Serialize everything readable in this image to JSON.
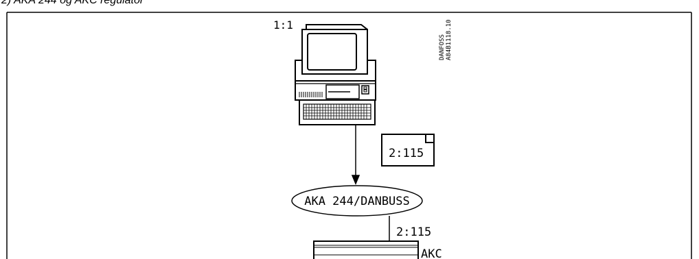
{
  "caption": "2) AKA 244 og AKC regulator",
  "diagram": {
    "pc_label": "1:1",
    "doc_code_line1": "DANFOSS",
    "doc_code_line2": "A84B1118.10",
    "gateway_card_label": "2:115",
    "bus_label": "AKA 244/DANBUSS",
    "controller_address_label": "2:115",
    "controller_label": "AKC",
    "icons": [
      "pc-computer-icon",
      "gateway-card-icon",
      "controller-icon"
    ]
  }
}
